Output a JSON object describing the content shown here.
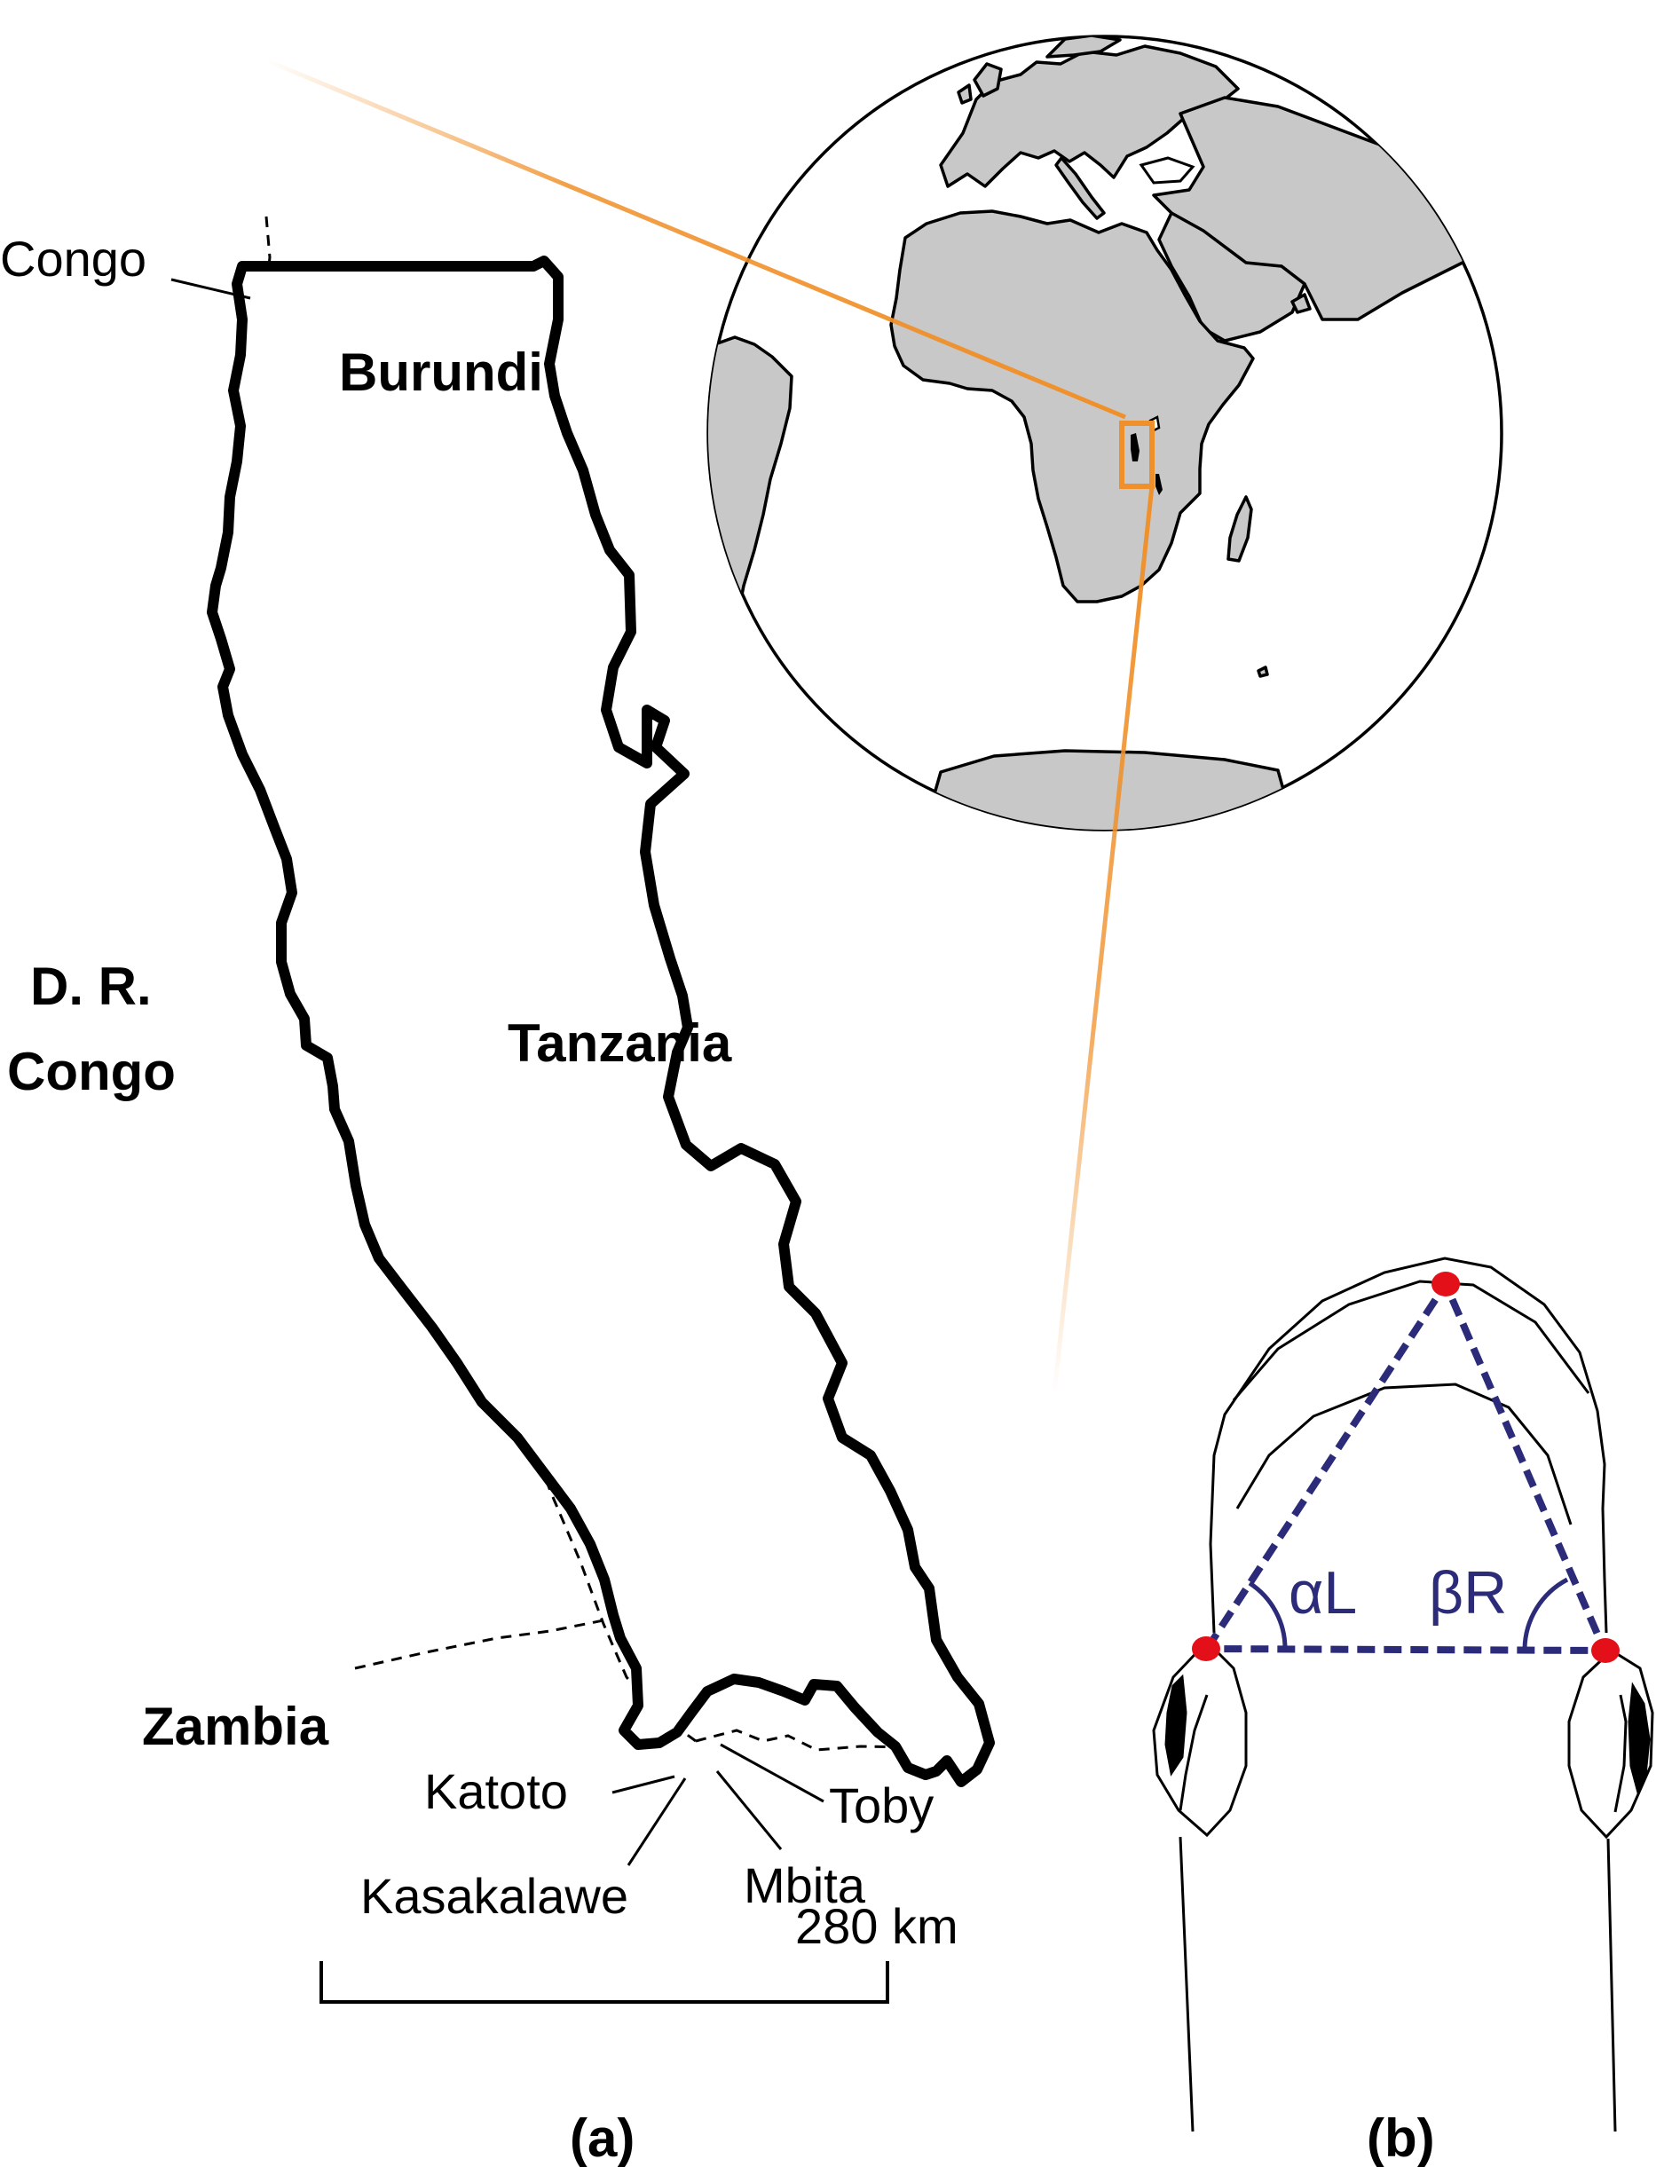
{
  "map_labels": {
    "congo_town": "Congo",
    "burundi": "Burundi",
    "dr_congo_line1": "D. R.",
    "dr_congo_line2": "Congo",
    "tanzania": "Tanzania",
    "zambia": "Zambia",
    "katoto": "Katoto",
    "kasakalawe": "Kasakalawe",
    "mbita": "Mbita",
    "toby": "Toby"
  },
  "scale_bar": {
    "label": "280 km"
  },
  "panel_labels": {
    "a": "(a)",
    "b": "(b)"
  },
  "angles": {
    "left": "αL",
    "right": "βR"
  },
  "colors": {
    "inset_highlight": "#f0902a",
    "landmark": "#e3101a",
    "angle_line": "#2b2b7a",
    "land": "#c8c8c8"
  },
  "icons": {
    "globe": "globe-icon",
    "lake": "lake-outline",
    "head": "fish-head-outline"
  }
}
